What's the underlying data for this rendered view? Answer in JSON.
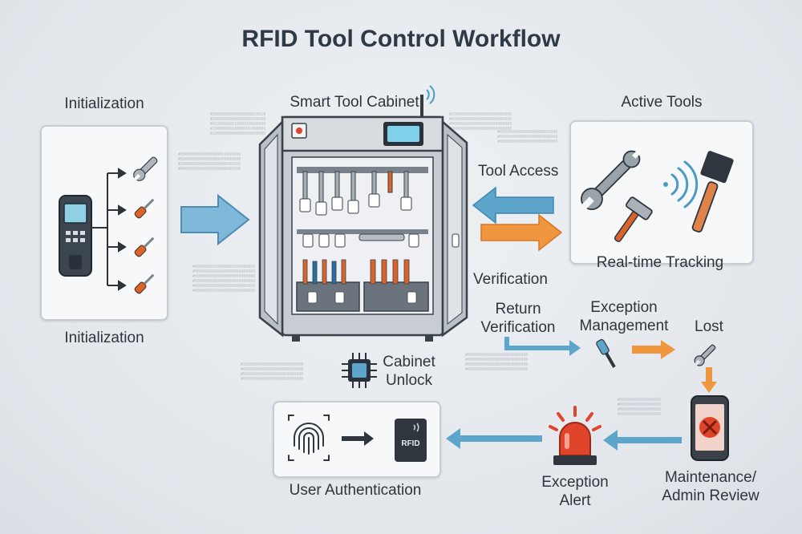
{
  "title": "RFID Tool Control Workflow",
  "labels": {
    "initialization_top": "Initialization",
    "initialization_bottom": "Initialization",
    "cabinet": "Smart Tool Cabinet",
    "active_tools": "Active Tools",
    "tool_access": "Tool Access",
    "realtime_tracking": "Real-time Tracking",
    "verification": "Verification",
    "return_verification_1": "Return",
    "return_verification_2": "Verification",
    "exception_management_1": "Exception",
    "exception_management_2": "Management",
    "lost": "Lost",
    "cabinet_unlock_1": "Cabinet",
    "cabinet_unlock_2": "Unlock",
    "user_authentication": "User Authentication",
    "exception_alert_1": "Exception",
    "exception_alert_2": "Alert",
    "maintenance_1": "Maintenance/",
    "maintenance_2": "Admin Review",
    "rfid_card": "RFID"
  },
  "colors": {
    "blue_arrow": "#5ea5cc",
    "orange_arrow": "#f0963f",
    "alert_red": "#e0452c",
    "tool_orange": "#d9642a",
    "steel": "#8c959f"
  }
}
